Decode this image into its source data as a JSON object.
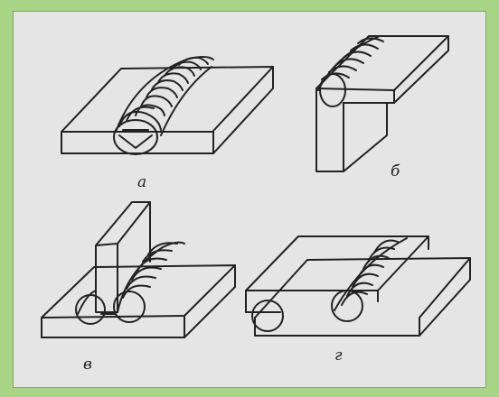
{
  "panels": {
    "a": {
      "label": "а",
      "description_type": "butt-weld"
    },
    "b": {
      "label": "б",
      "description_type": "corner-weld"
    },
    "v": {
      "label": "в",
      "description_type": "tee-weld"
    },
    "g": {
      "label": "г",
      "description_type": "lap-weld"
    }
  },
  "colors": {
    "frame": "#a8d486",
    "panel": "#e6e5e6",
    "ink": "#222222"
  }
}
